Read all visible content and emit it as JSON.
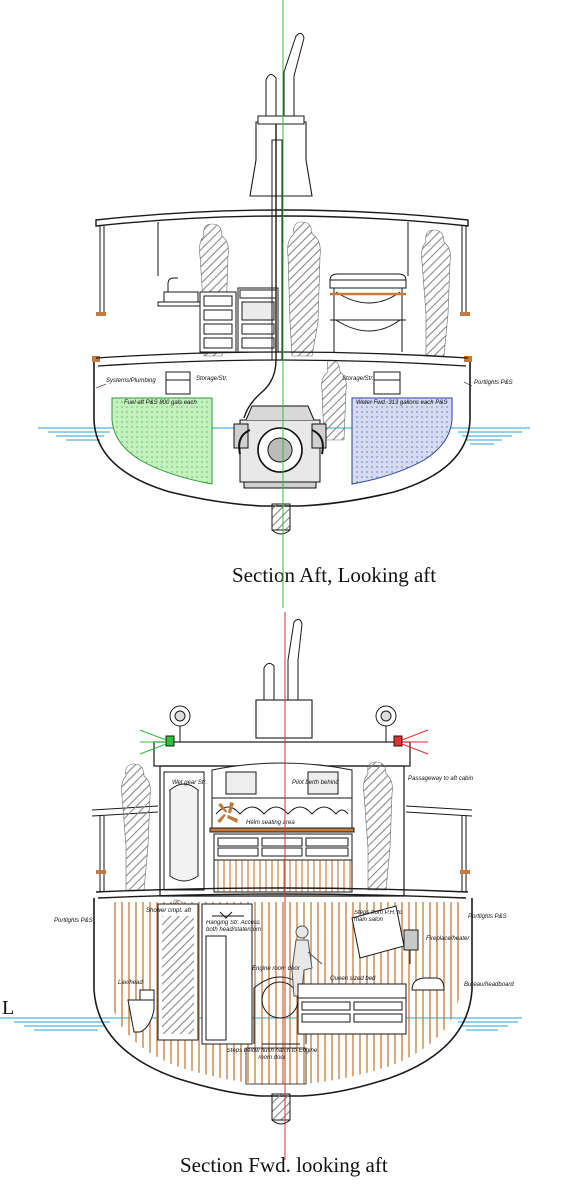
{
  "captions": {
    "aft": "Section Aft, Looking aft",
    "fwd": "Section Fwd. looking aft"
  },
  "edge_label": "L",
  "aft_labels": {
    "systems": "Systems/Plumbing",
    "storage_left": "Storage/Str.",
    "storage_right": "Storage/Str.",
    "portlights": "Portlights P&S",
    "fuel": "Fuel aft P&S 800 gals each",
    "water": "Water Fwd. 313 gallons each P&S"
  },
  "fwd_labels": {
    "wet_gear": "Wet gear Str.",
    "pilot_berth": "Pilot berth behind",
    "helm_seating": "Helm seating area",
    "passageway": "Passageway to aft cabin",
    "portlights_left": "Portlights P&S",
    "portlights_right": "Portlights P&S",
    "shower": "Shower cmpt. aft",
    "hanging": "Hanging Str. Access both head/stateroom",
    "steps_from": "Steps from P.H. to main salon",
    "fireplace": "Fireplace/heater",
    "lav": "Lav/head",
    "engine_door": "Engine room door",
    "bureau": "Bureau/headboard",
    "queen_bed": "Queen sized bed",
    "steps_below": "Steps below flush hatch to Engine room door"
  },
  "colors": {
    "line": "#1a1a1a",
    "water": "#2aa3c8",
    "fuel": "#b8efb0",
    "fresh_water": "#c9d2ee",
    "wood": "#c47a3c",
    "figure": "#9a9a9a",
    "centerline_aft": "#2fbf3f",
    "centerline_fwd": "#e03030"
  }
}
